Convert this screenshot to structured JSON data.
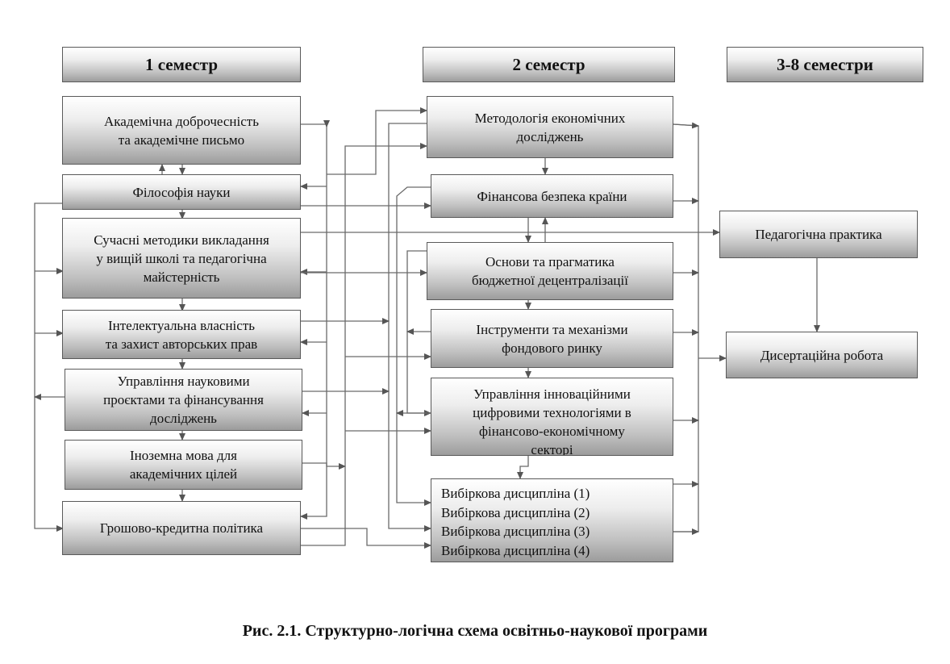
{
  "headers": {
    "sem1": "1 семестр",
    "sem2": "2 семестр",
    "sem3": "3-8 семестри"
  },
  "col1": {
    "academic_integrity": "Академічна доброчесність\nта академічне письмо",
    "philosophy": "Філософія науки",
    "teaching_methods": "Сучасні методики викладання\nу вищій школі та педагогічна\nмайстерність",
    "intellectual_property": "Інтелектуальна власність\nта захист авторських прав",
    "project_management": "Управління науковими\nпроєктами та фінансування\nдосліджень",
    "foreign_language": "Іноземна мова для\nакадемічних цілей",
    "monetary_policy": "Грошово-кредитна політика"
  },
  "col2": {
    "methodology": "Методологія економічних\nдосліджень",
    "financial_security": "Фінансова безпека країни",
    "budget_decentralization": "Основи та прагматика\nбюджетної децентралізації",
    "stock_market": "Інструменти та механізми\nфондового ринку",
    "innovation_tech": "Управління інноваційними\nцифровими технологіями в\nфінансово-економічному\nсекторі",
    "electives": [
      "Вибіркова дисципліна (1)",
      "Вибіркова дисципліна (2)",
      "Вибіркова дисципліна (3)",
      "Вибіркова дисципліна (4)"
    ]
  },
  "col3": {
    "pedagogical_practice": "Педагогічна практика",
    "dissertation": "Дисертаційна робота"
  },
  "caption": "Рис. 2.1. Структурно-логічна схема освітньо-наукової програми"
}
